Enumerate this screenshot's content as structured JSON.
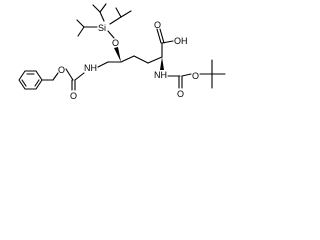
{
  "molecule": {
    "atom_labels": {
      "si": "Si",
      "ether_o": "O",
      "carbamate_left_o": "O",
      "carbamate_left_carbonyl_o": "O",
      "carbamate_left_nh": "NH",
      "acid_o": "O",
      "acid_oh": "OH",
      "boc_nh": "NH",
      "boc_carbonyl_o": "O",
      "boc_ester_o": "O"
    },
    "stereocenters": [
      {
        "center": "C bearing O–TIPS",
        "style": "wedge-bold"
      },
      {
        "center": "alpha carbon bearing NH",
        "style": "wedge-bold"
      }
    ],
    "ink_color": "#000000",
    "background_color": "#ffffff"
  }
}
